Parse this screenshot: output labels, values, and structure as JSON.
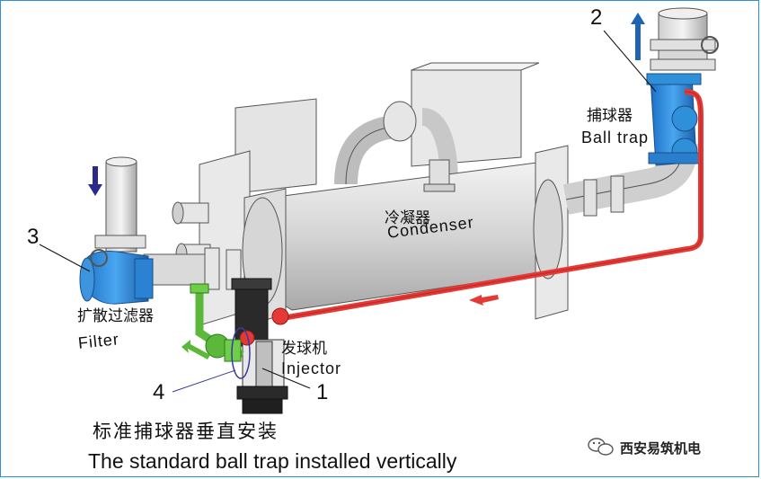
{
  "labels": {
    "num_1": "1",
    "num_2": "2",
    "num_3": "3",
    "num_4": "4",
    "ball_trap_zh": "捕球器",
    "ball_trap_en": "Ball trap",
    "condenser_zh": "冷凝器",
    "condenser_en": "Condenser",
    "filter_zh": "扩散过滤器",
    "filter_en": "Filter",
    "injector_zh": "发球机",
    "injector_en": "Injector"
  },
  "caption": {
    "zh": "标准捕球器垂直安装",
    "en": "The standard ball trap installed vertically"
  },
  "watermark": "西安易筑机电",
  "colors": {
    "frame": "#2f8fd8",
    "return_pipe": "#e53935",
    "flow_arrow_in": "#2b2a8a",
    "flow_arrow_out": "#1f63b5",
    "filter_body": "#2f8fd8",
    "ball_trap_body": "#2f8fd8",
    "injector_feed": "#5cb83a",
    "marker_circle": "#3a3aa0",
    "equipment": "#d6d6d6"
  },
  "icons": [
    "up-arrow-icon",
    "down-arrow-icon",
    "flow-arrow-left-icon",
    "green-arrow-icon",
    "wechat-icon"
  ]
}
